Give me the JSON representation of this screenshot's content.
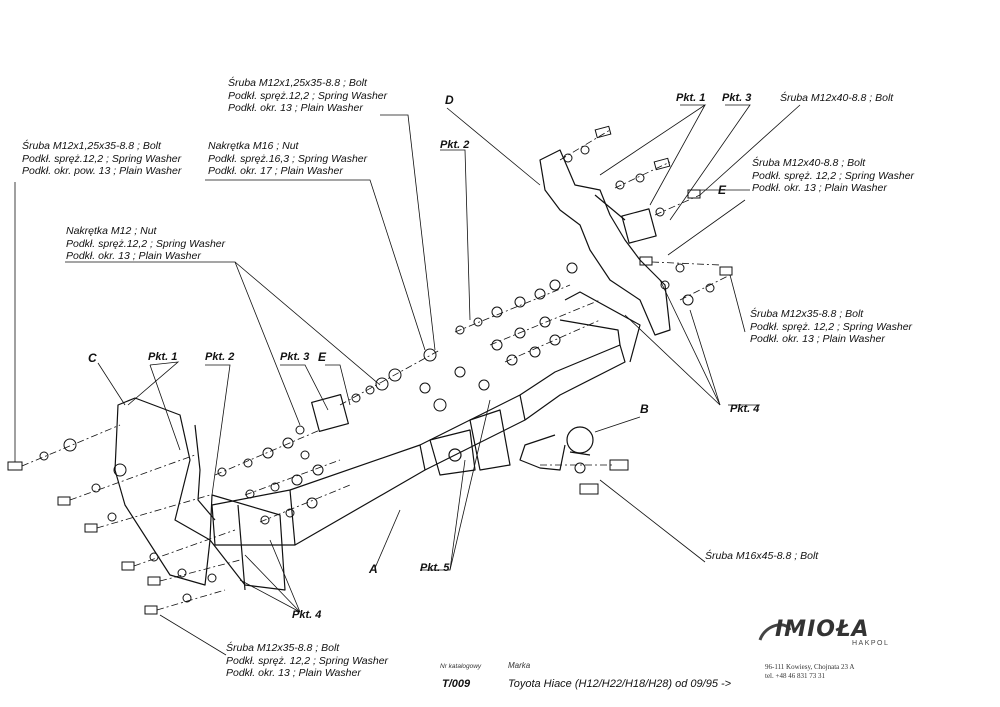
{
  "callouts": {
    "top_bolt": [
      "Śruba M12x1,25x35-8.8 ;  Bolt",
      "Podkł. spręż.12,2 ; Spring Washer",
      "Podkł. okr. 13 ; Plain Washer"
    ],
    "left_bolt": [
      "Śruba M12x1,25x35-8.8 ;  Bolt",
      "Podkł. spręż.12,2 ; Spring Washer",
      "Podkł. okr. pow. 13 ; Plain Washer"
    ],
    "nut_m16": [
      "Nakrętka  M16 ; Nut",
      "Podkł. spręż.16,3 ; Spring Washer",
      "Podkł. okr. 17 ; Plain Washer"
    ],
    "nut_m12": [
      "Nakrętka  M12 ; Nut",
      "Podkł. spręż.12,2 ; Spring Washer",
      "Podkł. okr. 13 ; Plain Washer"
    ],
    "bolt_m12x40_top": "Śruba M12x40-8.8 ;  Bolt",
    "bolt_m12x40_right": [
      "Śruba M12x40-8.8 ;  Bolt",
      "Podkł. spręż. 12,2 ; Spring Washer",
      "Podkł. okr. 13 ; Plain Washer"
    ],
    "bolt_m12x35_right": [
      "Śruba M12x35-8.8 ;  Bolt",
      "Podkł. spręż. 12,2 ; Spring Washer",
      "Podkł. okr. 13 ; Plain Washer"
    ],
    "bolt_m16": "Śruba M16x45-8.8 ;  Bolt",
    "bolt_m12x35_bottom": [
      "Śruba M12x35-8.8 ;  Bolt",
      "Podkł. spręż. 12,2 ; Spring Washer",
      "Podkł. okr. 13 ; Plain Washer"
    ]
  },
  "parts": {
    "pkt1": "Pkt. 1",
    "pkt2": "Pkt. 2",
    "pkt3": "Pkt. 3",
    "pkt4": "Pkt. 4",
    "pkt5": "Pkt. 5",
    "A": "A",
    "B": "B",
    "C": "C",
    "D": "D",
    "E": "E"
  },
  "title_block": {
    "catalog_label": "Nr katalogowy",
    "catalog_number": "T/009",
    "make_label": "Marka",
    "model": "Toyota Hiace (H12/H22/H18/H28)   od  09/95 ->",
    "logo": "IMIOŁA",
    "logo_sub": "HAKPOL",
    "address": "96-111 Kowiesy, Chojnata 23 A",
    "phone": "tel. +48 46 831 73 31"
  }
}
